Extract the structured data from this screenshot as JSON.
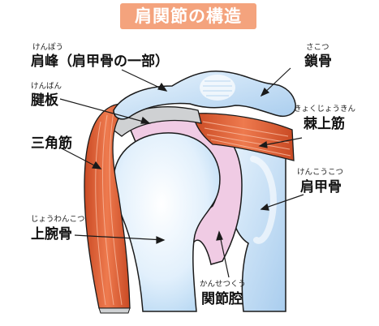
{
  "title": "肩関節の構造",
  "labels": {
    "acromion": {
      "furigana": "けんぽう",
      "text": "肩峰（肩甲骨の一部）"
    },
    "clavicle": {
      "furigana": "さこつ",
      "text": "鎖骨"
    },
    "tendon": {
      "furigana": "けんばん",
      "text": "腱板"
    },
    "supraspinatus": {
      "furigana": "きょくじょうきん",
      "text": "棘上筋"
    },
    "deltoid": {
      "furigana": "",
      "text": "三角筋"
    },
    "scapula": {
      "furigana": "けんこうこつ",
      "text": "肩甲骨"
    },
    "humerus": {
      "furigana": "じょうわんこつ",
      "text": "上腕骨"
    },
    "joint_cavity": {
      "furigana": "かんせつくう",
      "text": "関節腔"
    }
  },
  "colors": {
    "title_bg": "#f4a37d",
    "bone": "#bcdaf4",
    "bone_light": "#e4f1fc",
    "muscle": "#e0633a",
    "capsule": "#f0cbe4",
    "tendon": "#cfd1d3",
    "outline": "#1a1a1a"
  }
}
